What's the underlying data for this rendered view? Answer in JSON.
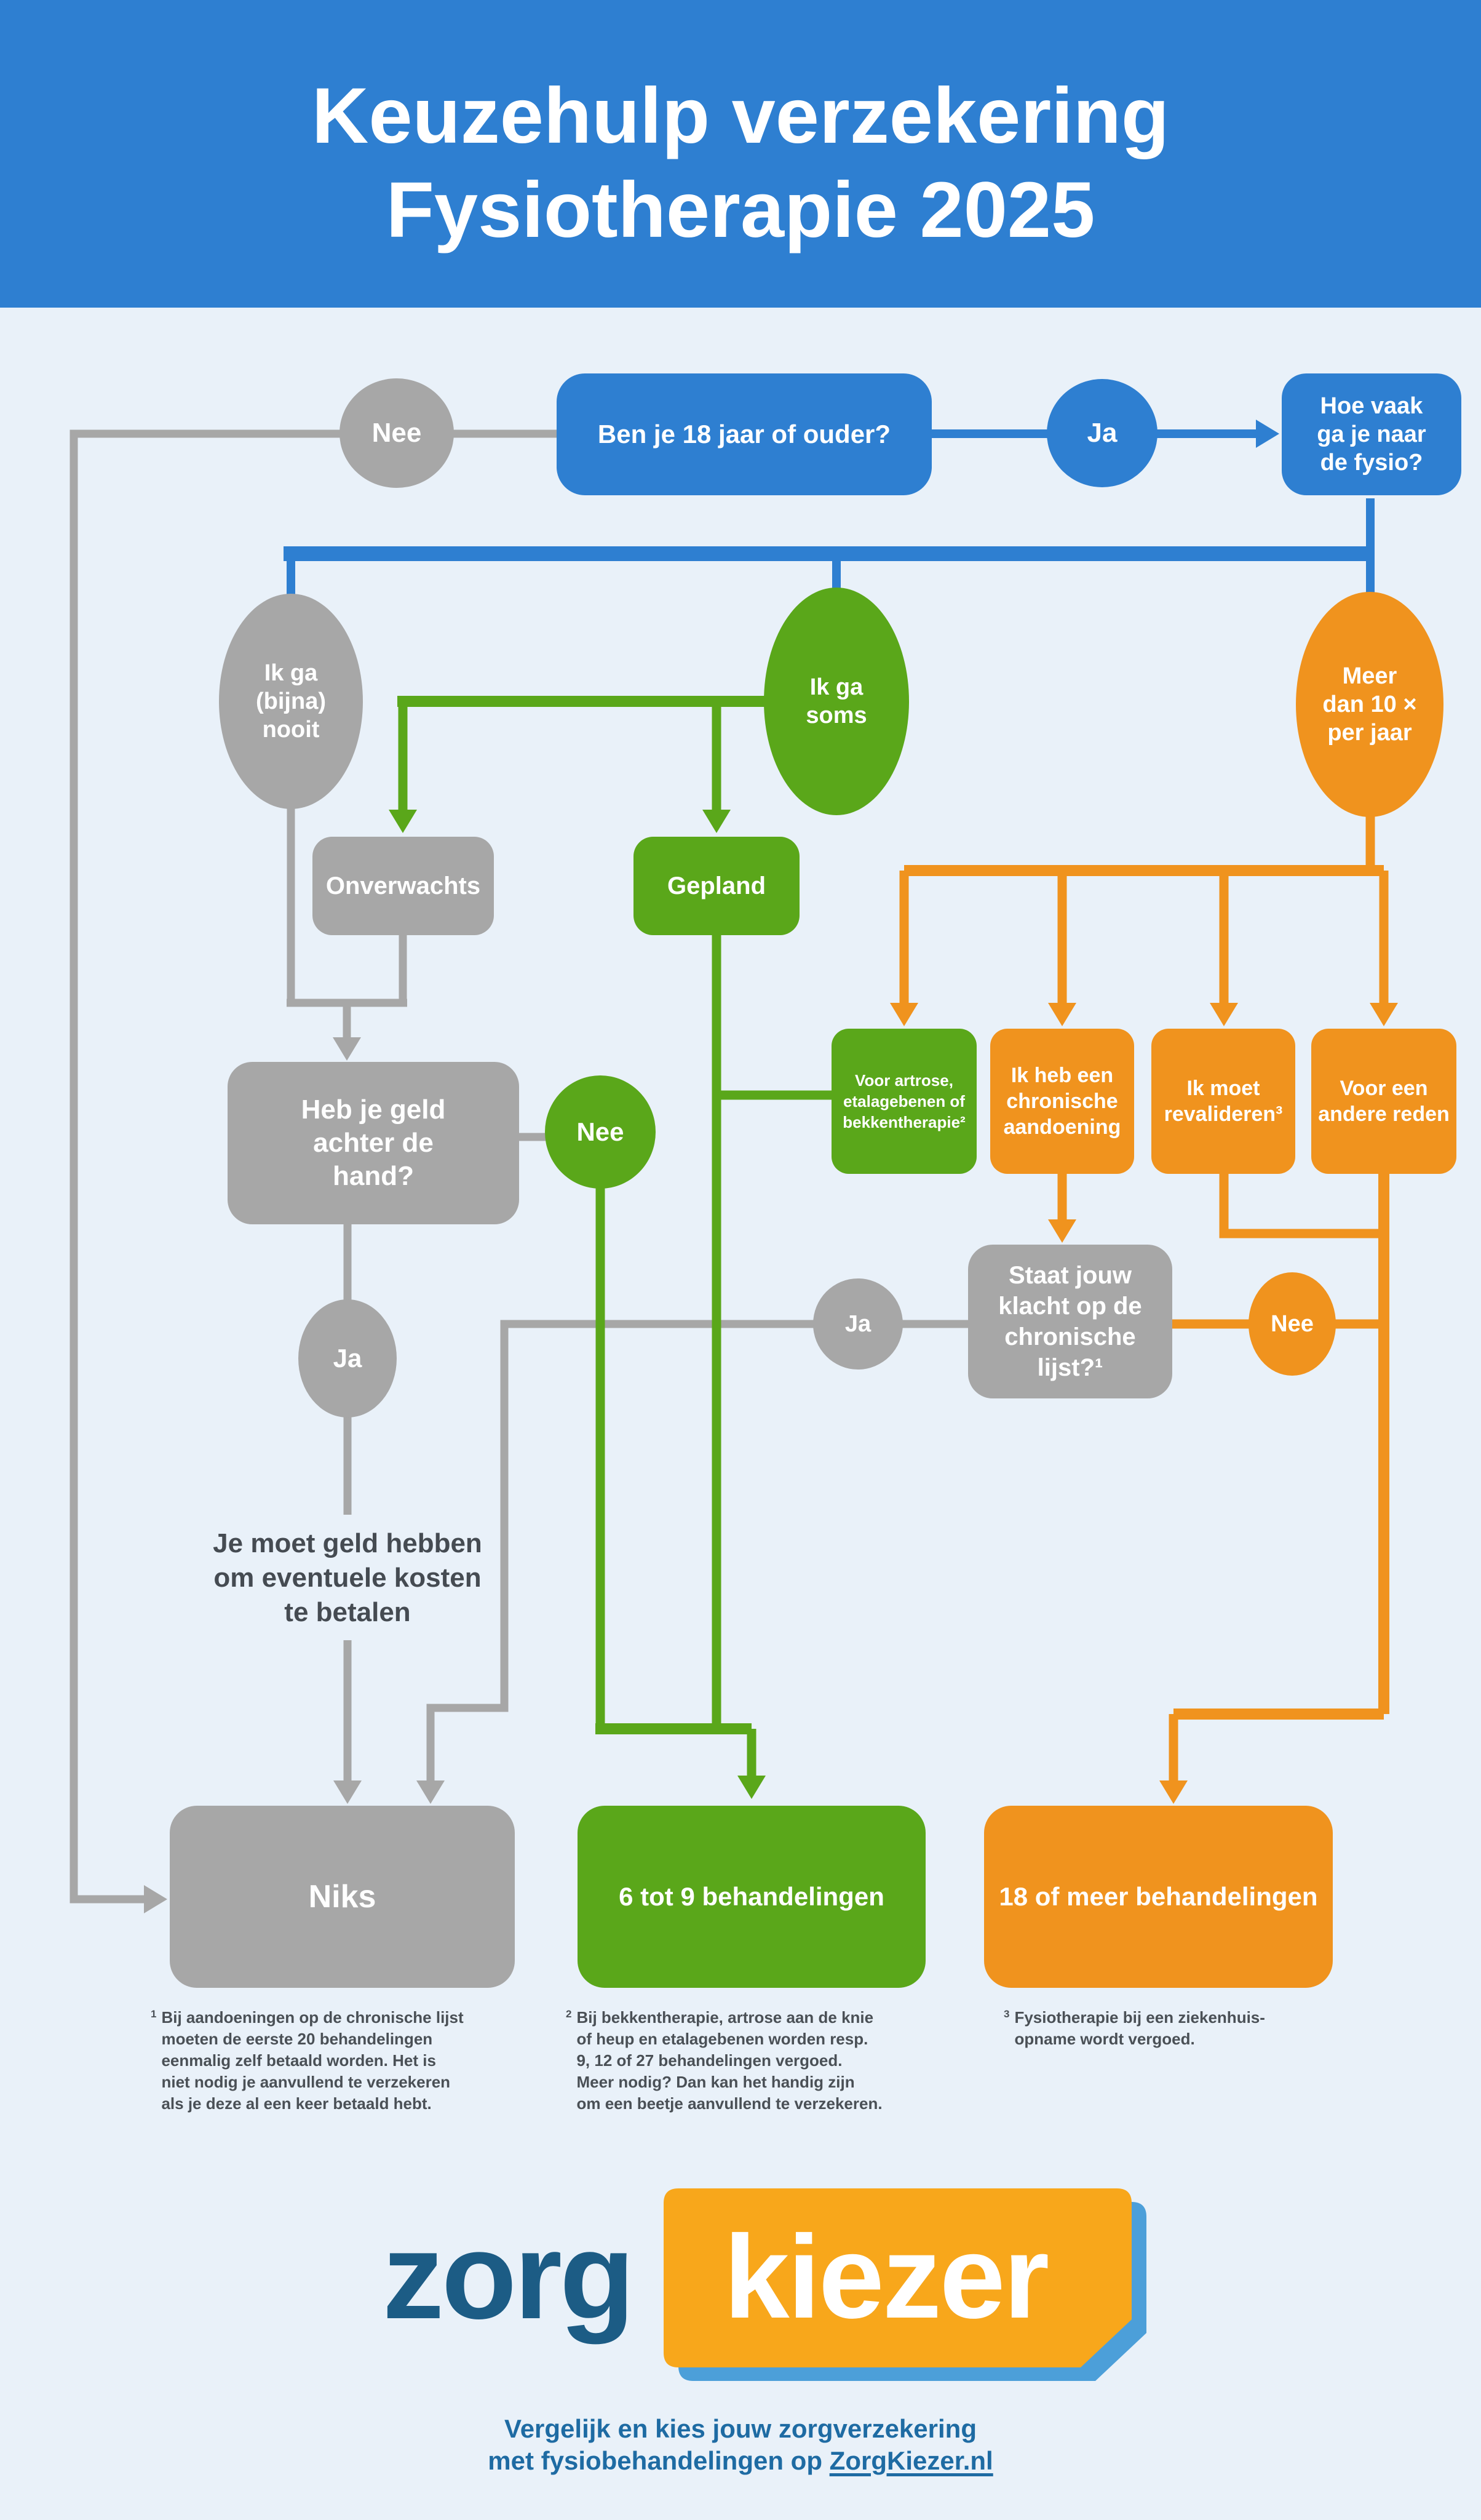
{
  "header": {
    "title_line1": "Keuzehulp verzekering",
    "title_line2": "Fysiotherapie 2025"
  },
  "colors": {
    "primary_blue": "#2e7fd1",
    "gray": "#a7a7a7",
    "green": "#5aa71a",
    "orange": "#f0931e",
    "background": "#e9f1f9",
    "dark_text": "#454b52",
    "logo_navy": "#1c5c85",
    "logo_orange": "#f8a71b",
    "logo_shadow_blue": "#4c9fd9",
    "tagline_blue": "#1e6ba3"
  },
  "flowchart": {
    "age": {
      "question": "Ben je 18 jaar of ouder?",
      "no": "Nee",
      "yes": "Ja"
    },
    "frequency": {
      "question": "Hoe vaak\nga je naar\nde fysio?",
      "almost_never": "Ik ga\n(bijna)\nnooit",
      "sometimes": "Ik ga\nsoms",
      "more_than_10": "Meer\ndan 10 ×\nper jaar"
    },
    "sometimes_branch": {
      "unexpected": "Onverwachts",
      "planned": "Gepland"
    },
    "reasons": {
      "artrose": "Voor artrose,\netalagebenen of\nbekkentherapie²",
      "chronic": "Ik heb een\nchronische\naandoening",
      "revalidate": "Ik moet\nrevalideren³",
      "other": "Voor een\nandere reden"
    },
    "money": {
      "question": "Heb je geld\nachter de\nhand?",
      "no": "Nee",
      "yes": "Ja",
      "warning": "Je moet geld hebben\nom eventuele kosten\nte betalen"
    },
    "chronic_list": {
      "question": "Staat jouw\nklacht op de\nchronische\nlijst?¹",
      "yes": "Ja",
      "no": "Nee"
    },
    "results": {
      "none": "Niks",
      "six_to_nine": "6 tot 9 behandelingen",
      "eighteen_plus": "18 of meer behandelingen"
    }
  },
  "footnotes": [
    {
      "mark": "1",
      "text": "Bij aandoeningen op de chronische lijst\nmoeten de eerste 20 behandelingen\neenmalig zelf betaald worden. Het is\nniet nodig je aanvullend te verzekeren\nals je deze al een keer betaald hebt."
    },
    {
      "mark": "2",
      "text": "Bij bekkentherapie, artrose aan de knie\nof heup en etalagebenen worden resp.\n9, 12 of 27 behandelingen vergoed.\nMeer nodig? Dan kan het handig zijn\nom een beetje aanvullend te verzekeren."
    },
    {
      "mark": "3",
      "text": "Fysiotherapie bij een ziekenhuis-\nopname wordt vergoed."
    }
  ],
  "footer": {
    "logo_zorg": "zorg",
    "logo_kiezer": "kiezer",
    "tagline_line1": "Vergelijk en kies jouw zorgverzekering",
    "tagline_line2_prefix": "met fysiobehandelingen op ",
    "tagline_link": "ZorgKiezer.nl"
  }
}
